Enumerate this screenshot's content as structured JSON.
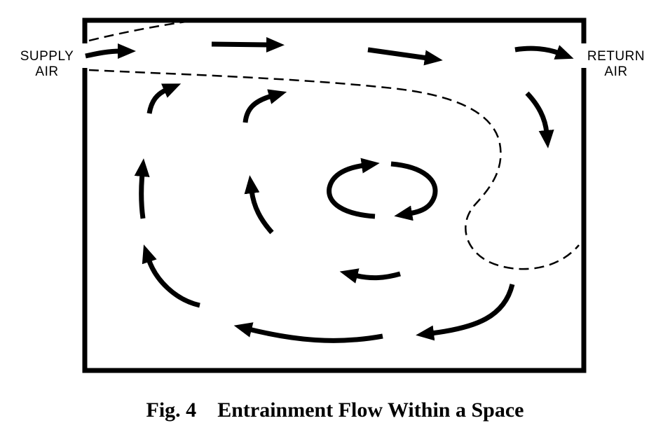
{
  "figure": {
    "number": "Fig. 4",
    "title": "Entrainment Flow Within a Space"
  },
  "labels": {
    "supply_line1": "SUPPLY",
    "supply_line2": "AIR",
    "return_line1": "RETURN",
    "return_line2": "AIR"
  },
  "colors": {
    "ink": "#000000",
    "background": "#ffffff"
  }
}
